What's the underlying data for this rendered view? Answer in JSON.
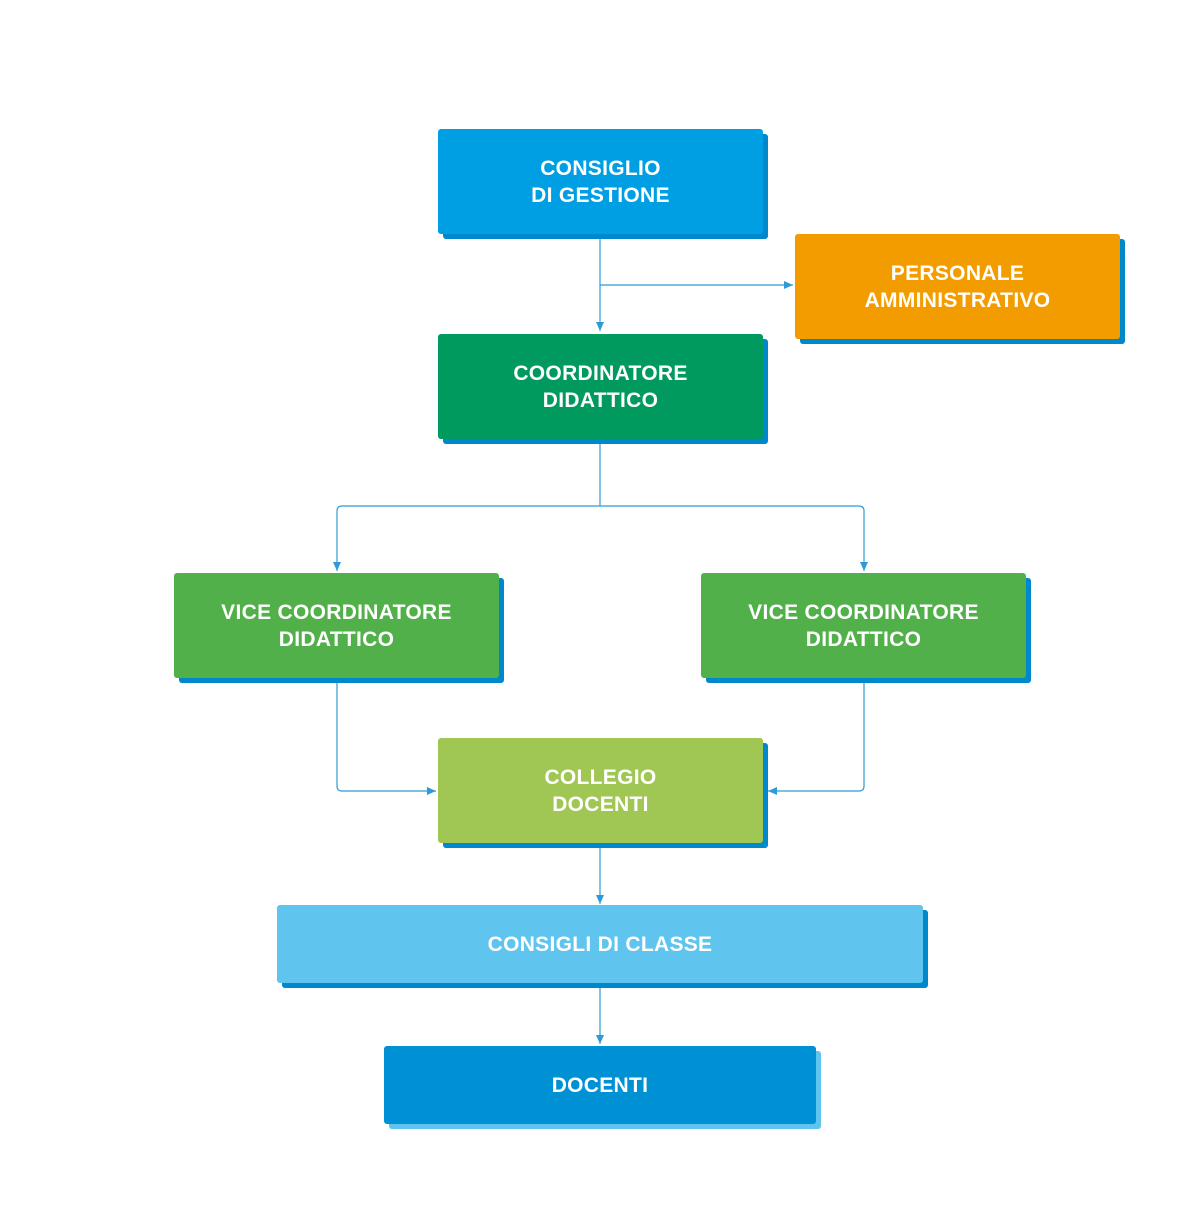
{
  "diagram": {
    "nodes": {
      "consiglio_gestione": {
        "label": "CONSIGLIO\nDI GESTIONE",
        "color": "#009fe3",
        "shadow": "#0088cc"
      },
      "personale_amministrativo": {
        "label": "PERSONALE\nAMMINISTRATIVO",
        "color": "#f39c00",
        "shadow": "#0088cc"
      },
      "coordinatore_didattico": {
        "label": "COORDINATORE\nDIDATTICO",
        "color": "#009a5e",
        "shadow": "#0088cc"
      },
      "vice_coordinatore_left": {
        "label": "VICE COORDINATORE\nDIDATTICO",
        "color": "#52b04a",
        "shadow": "#0088cc"
      },
      "vice_coordinatore_right": {
        "label": "VICE COORDINATORE\nDIDATTICO",
        "color": "#52b04a",
        "shadow": "#0088cc"
      },
      "collegio_docenti": {
        "label": "COLLEGIO\nDOCENTI",
        "color": "#a0c653",
        "shadow": "#0088cc"
      },
      "consigli_classe": {
        "label": "CONSIGLI DI CLASSE",
        "color": "#5fc4ee",
        "shadow": "#0088cc"
      },
      "docenti": {
        "label": "DOCENTI",
        "color": "#0090d4",
        "shadow": "#5fc4ee"
      }
    },
    "connector_color": "#2e9ad6"
  }
}
